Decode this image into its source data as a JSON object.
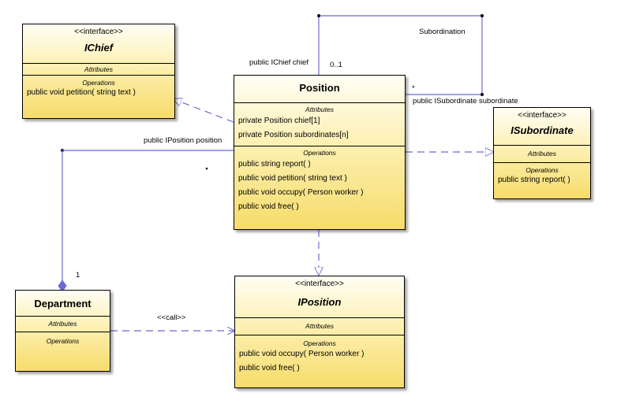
{
  "classes": {
    "ichief": {
      "stereotype": "<<interface>>",
      "name": "IChief",
      "attributes_title": "Attributes",
      "operations_title": "Operations",
      "operations": [
        "public void  petition( string text )"
      ]
    },
    "position": {
      "name": "Position",
      "attributes_title": "Attributes",
      "attributes": [
        "private Position chief[1]",
        "private Position subordinates[n]"
      ],
      "operations_title": "Operations",
      "operations": [
        "public string  report( )",
        "public void  petition( string text )",
        "public void  occupy( Person worker )",
        "public void  free( )"
      ]
    },
    "isubordinate": {
      "stereotype": "<<interface>>",
      "name": "ISubordinate",
      "attributes_title": "Attributes",
      "operations_title": "Operations",
      "operations": [
        "public string  report( )"
      ]
    },
    "department": {
      "name": "Department",
      "attributes_title": "Attributes",
      "operations_title": "Operations"
    },
    "iposition": {
      "stereotype": "<<interface>>",
      "name": "IPosition",
      "attributes_title": "Attributes",
      "operations_title": "Operations",
      "operations": [
        "public void  occupy( Person worker )",
        "public void  free( )"
      ]
    }
  },
  "labels": {
    "subordination": "Subordination",
    "chief_role": "public IChief chief",
    "chief_mult": "0..1",
    "sub_mult": "*",
    "sub_role": "public ISubordinate subordinate",
    "position_role": "public IPosition position",
    "position_mult": ".",
    "dept_mult": "1",
    "call": "<<call>>"
  },
  "colors": {
    "line": "#6b6bd6",
    "box_top": "#fffef4",
    "box_bottom": "#f6dc6a"
  }
}
